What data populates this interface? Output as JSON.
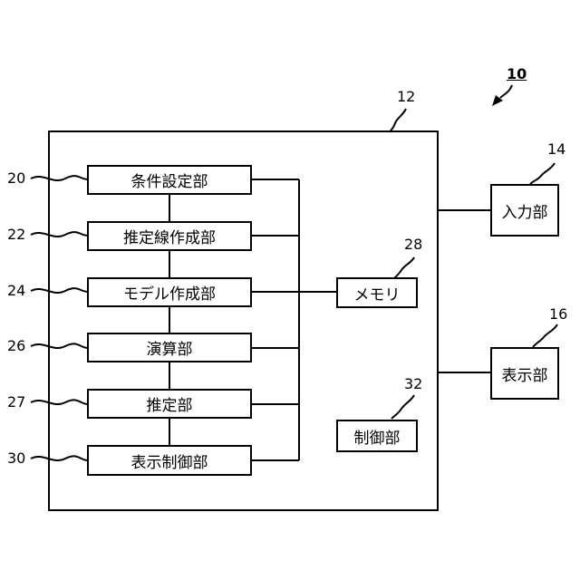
{
  "diagram": {
    "system_ref": "10",
    "device_ref": "12",
    "modules": [
      {
        "label": "条件設定部",
        "ref": "20"
      },
      {
        "label": "推定線作成部",
        "ref": "22"
      },
      {
        "label": "モデル作成部",
        "ref": "24"
      },
      {
        "label": "演算部",
        "ref": "26"
      },
      {
        "label": "推定部",
        "ref": "27"
      },
      {
        "label": "表示制御部",
        "ref": "30"
      }
    ],
    "memory": {
      "label": "メモリ",
      "ref": "28"
    },
    "controller": {
      "label": "制御部",
      "ref": "32"
    },
    "input_unit": {
      "label": "入力部",
      "ref": "14"
    },
    "display_unit": {
      "label": "表示部",
      "ref": "16"
    }
  }
}
